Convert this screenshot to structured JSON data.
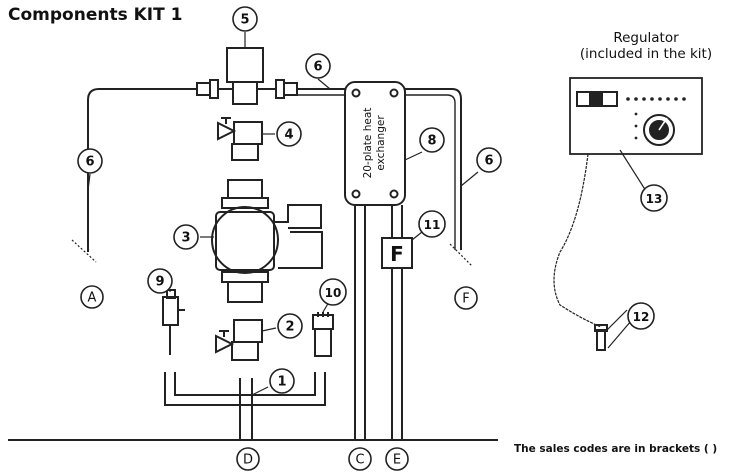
{
  "title": "Components KIT 1",
  "regulator": {
    "line1": "Regulator",
    "line2": "(included in the kit)"
  },
  "heat_exchanger_label": {
    "line1": "20-plate heat",
    "line2": "exchanger"
  },
  "flow_meter_letter": "F",
  "callouts": {
    "c1": "1",
    "c2": "2",
    "c3": "3",
    "c4": "4",
    "c5": "5",
    "c6a": "6",
    "c6b": "6",
    "c6c": "6",
    "c8": "8",
    "c9": "9",
    "c10": "10",
    "c11": "11",
    "c12": "12",
    "c13": "13"
  },
  "connections": {
    "a": "A",
    "c": "C",
    "d": "D",
    "e": "E",
    "f": "F"
  },
  "sales_note": "The sales codes are in brackets ( )"
}
